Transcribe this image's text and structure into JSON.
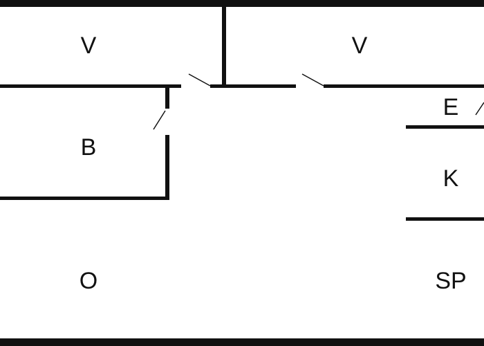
{
  "rooms": {
    "room_v_left": "V",
    "room_v_right": "V",
    "room_b": "B",
    "room_e": "E",
    "room_k": "K",
    "room_o": "O",
    "room_sp": "SP"
  },
  "colors": {
    "wall": "#111111",
    "background": "#ffffff"
  }
}
